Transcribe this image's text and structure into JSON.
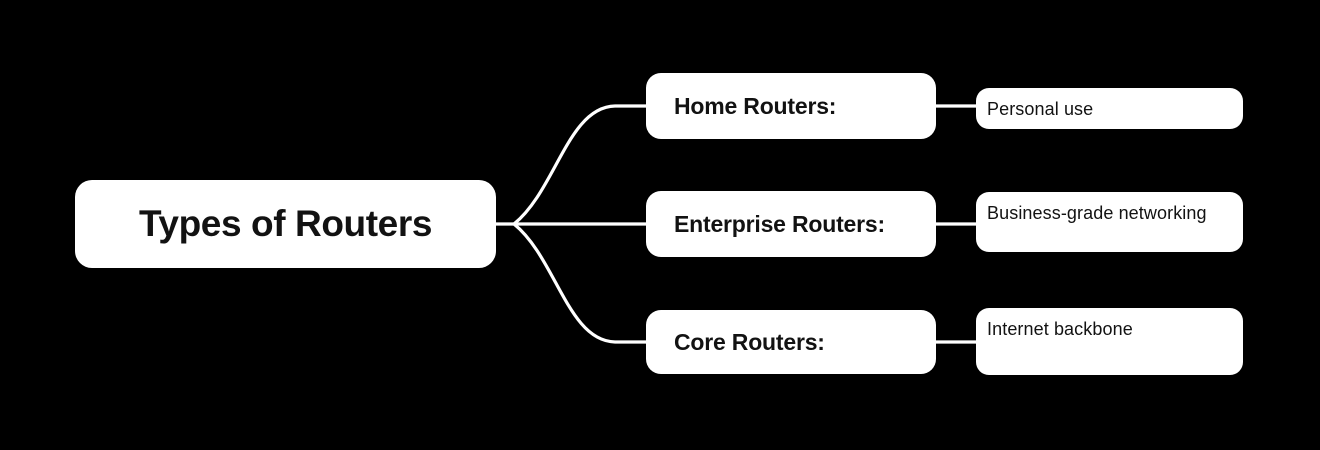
{
  "diagram": {
    "type": "mind-map",
    "background_color": "#000000",
    "node_color": "#ffffff",
    "text_color": "#121212",
    "connector_color": "#ffffff",
    "root": {
      "label": "Types of Routers"
    },
    "branches": [
      {
        "label": "Home Routers:",
        "detail": "Personal use"
      },
      {
        "label": "Enterprise Routers:",
        "detail": "Business-grade networking"
      },
      {
        "label": "Core Routers:",
        "detail": "Internet backbone"
      }
    ]
  }
}
